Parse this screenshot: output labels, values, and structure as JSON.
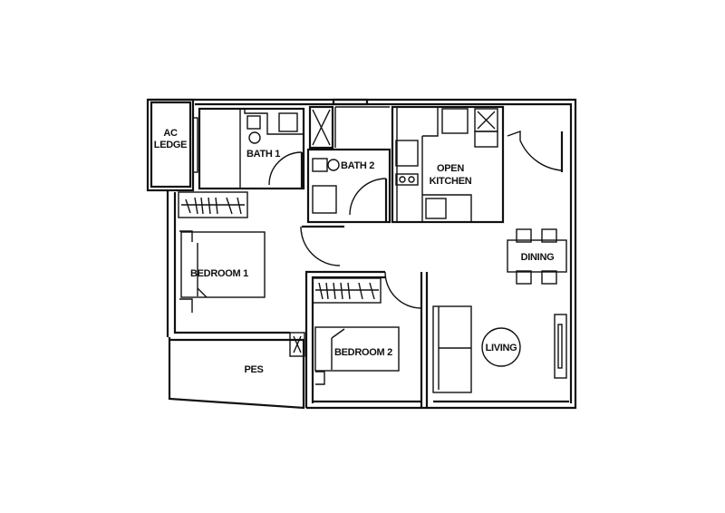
{
  "plan": {
    "rooms": {
      "ac_ledge_1": "AC",
      "ac_ledge_2": "LEDGE",
      "bath1": "BATH 1",
      "bath2": "BATH 2",
      "kitchen_1": "OPEN",
      "kitchen_2": "KITCHEN",
      "dining": "DINING",
      "bedroom1": "BEDROOM 1",
      "bedroom2": "BEDROOM 2",
      "living": "LIVING",
      "pes": "PES"
    }
  }
}
